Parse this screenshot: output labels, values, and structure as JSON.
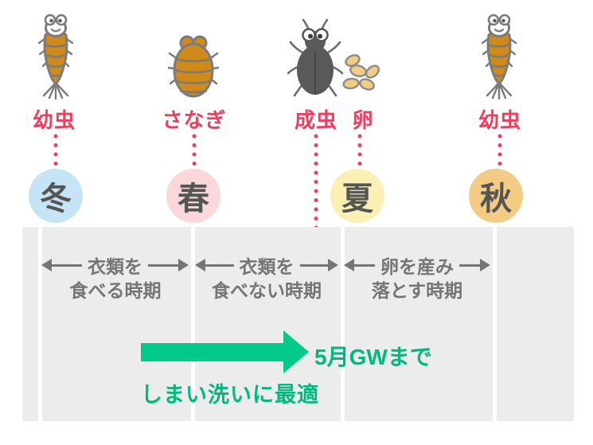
{
  "stages": [
    {
      "label": "幼虫",
      "icon": "larva-icon"
    },
    {
      "label": "さなぎ",
      "icon": "pupa-icon"
    },
    {
      "label": "成虫",
      "icon": "adult-beetle-icon"
    },
    {
      "label": "卵",
      "icon": "eggs-icon"
    },
    {
      "label": "幼虫",
      "icon": "larva-icon"
    }
  ],
  "seasons": [
    {
      "id": "winter",
      "label": "冬",
      "circle_color": "#c5e4f6"
    },
    {
      "id": "spring",
      "label": "春",
      "circle_color": "#f9d7da"
    },
    {
      "id": "summer",
      "label": "夏",
      "circle_color": "#faf0b3"
    },
    {
      "id": "autumn",
      "label": "秋",
      "circle_color": "#f3cb83"
    }
  ],
  "timeline": {
    "periods": [
      {
        "line1": "衣類を",
        "line2": "食べる時期"
      },
      {
        "line1": "衣類を",
        "line2": "食べない時期"
      },
      {
        "line1": "卵を産み",
        "line2": "落とす時期"
      }
    ]
  },
  "callout": {
    "arrow_label": "5月GWまで",
    "caption": "しまい洗いに最適"
  },
  "colors": {
    "stage_label_red": "#f43b5c",
    "connector_red": "#f43b5c",
    "period_text_gray": "#757575",
    "timeline_bg": "#ececec",
    "promo_green": "#00c98a",
    "insect_body_orange": "#cf8a19",
    "beetle_dark": "#595959",
    "egg_fill": "#f1cc83"
  }
}
